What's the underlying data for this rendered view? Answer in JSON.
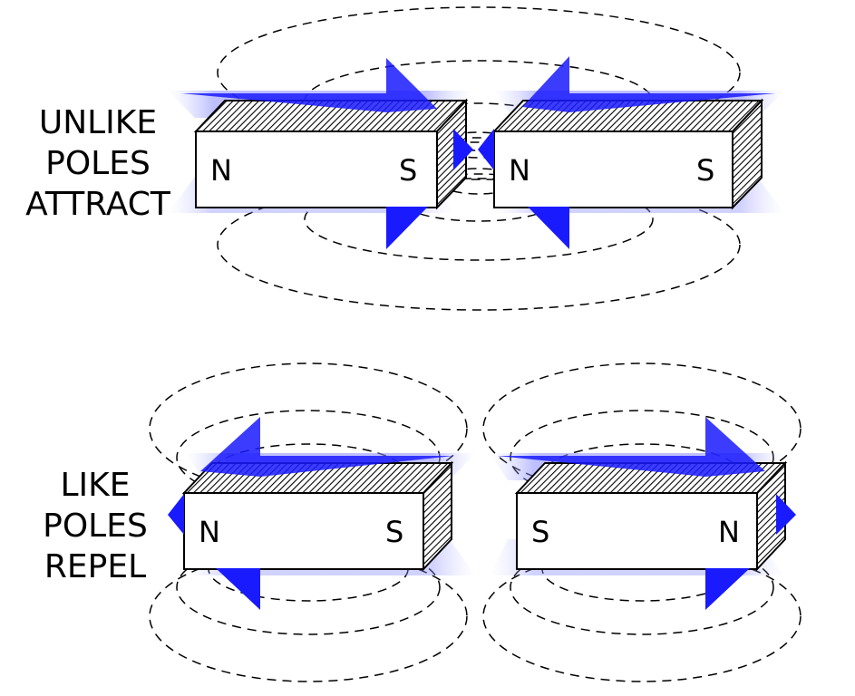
{
  "groups": {
    "attract": {
      "caption": [
        "UNLIKE",
        "POLES",
        "ATTRACT"
      ],
      "magnets": [
        {
          "left_pole": "N",
          "right_pole": "S"
        },
        {
          "left_pole": "N",
          "right_pole": "S"
        }
      ]
    },
    "repel": {
      "caption": [
        "LIKE",
        "POLES",
        "REPEL"
      ],
      "magnets": [
        {
          "left_pole": "N",
          "right_pole": "S"
        },
        {
          "left_pole": "S",
          "right_pole": "N"
        }
      ]
    }
  },
  "colors": {
    "arrow": "#1a1aff",
    "arrow_glow": "#c9ccff",
    "field_line": "#000000",
    "magnet_face": "#ffffff"
  }
}
